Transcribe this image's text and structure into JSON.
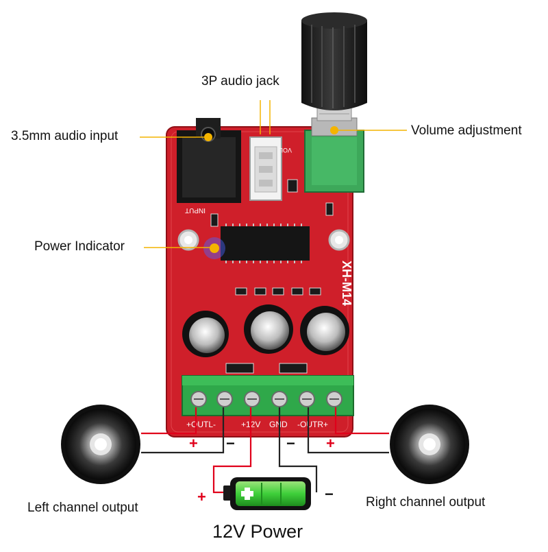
{
  "labels": {
    "audio_jack": "3P audio jack",
    "audio_input": "3.5mm audio input",
    "volume": "Volume adjustment",
    "power_indicator": "Power Indicator",
    "left_output": "Left channel output",
    "right_output": "Right channel output",
    "power": "12V Power"
  },
  "board": {
    "model": "XH-M14",
    "input_mark": "INPUT",
    "vol_mark": "VOL",
    "terminals": {
      "outl": "+OUTL-",
      "v12": "+12V",
      "gnd": "GND",
      "outr": "-OUTR+"
    }
  },
  "polarity": {
    "plus": "+",
    "minus": "−"
  },
  "colors": {
    "pcb": "#cf1f2a",
    "terminal_block": "#2fa84a",
    "callout_line": "#f4b400",
    "callout_dot": "#f4b400",
    "wire_positive": "#e0001a",
    "wire_negative": "#222222",
    "battery_fill": "#4cd137"
  }
}
